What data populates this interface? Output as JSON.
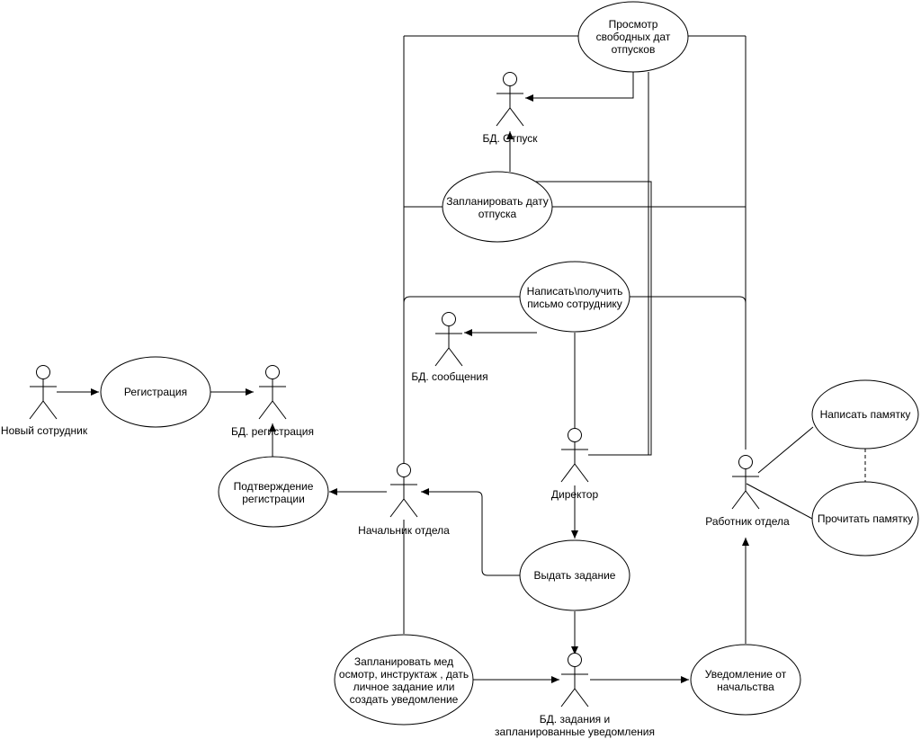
{
  "actors": {
    "new_employee": "Новый сотрудник",
    "db_registration": "БД. регистрация",
    "db_vacation": "БД. Отпуск",
    "db_messages": "БД. сообщения",
    "dept_head": "Начальник отдела",
    "director": "Директор",
    "dept_worker": "Работник отдела",
    "db_tasks": [
      "БД. задания и",
      "запланированные уведомления"
    ]
  },
  "usecases": {
    "registration": [
      "Регистрация"
    ],
    "confirm_registration": [
      "Подтверждение",
      "регистрации"
    ],
    "view_free_dates": [
      "Просмотр",
      "свободных дат",
      "отпусков"
    ],
    "plan_vacation": [
      "Запланировать дату",
      "отпуска"
    ],
    "write_letter": [
      "Написать\\получить",
      "письмо сотруднику"
    ],
    "give_task": [
      "Выдать задание"
    ],
    "plan_medical": [
      "Запланировать мед",
      "осмотр, инструктаж , дать",
      "личное задание или",
      "создать уведомление"
    ],
    "notification": [
      "Уведомление от",
      "начальства"
    ],
    "write_memo": [
      "Написать памятку"
    ],
    "read_memo": [
      "Прочитать памятку"
    ]
  }
}
